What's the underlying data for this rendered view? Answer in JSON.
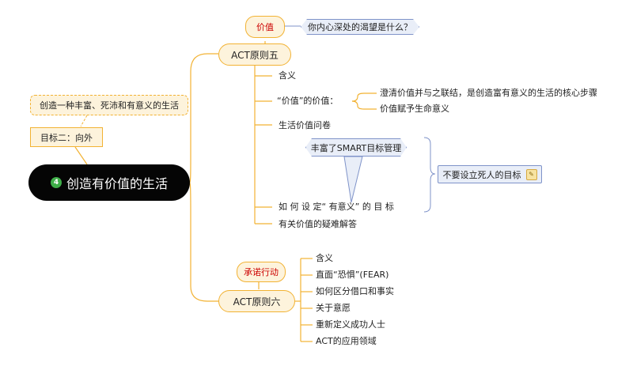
{
  "root": {
    "number": "4",
    "label": "创造有价值的生活"
  },
  "goal": {
    "label": "目标二：向外",
    "note": "创造一种丰富、死沛和有意义的生活"
  },
  "branch5": {
    "label": "ACT原则五",
    "tag": "价值",
    "question": "你内心深处的渴望是什么？",
    "items": {
      "meaning": "含义",
      "value_of_value": "“价值”的价值：",
      "clarify": "澄清价值并与之联结，是创造富有意义的生活的核心步骤",
      "give_meaning": "价值赋予生命意义",
      "survey": "生活价值问卷",
      "set_goals": "如 何 设 定“ 有意义” 的 目 标",
      "qa": "有关价值的疑难解答"
    },
    "callout": "丰富了SMART目标管理",
    "summary": "不要设立死人的目标"
  },
  "branch6": {
    "label": "ACT原则六",
    "tag": "承诺行动",
    "items": [
      "含义",
      "直面“恐惧”(FEAR)",
      "如何区分借口和事实",
      "关于意愿",
      "重新定义成功人士",
      "ACT的应用领域"
    ]
  },
  "colors": {
    "branch_line": "#f2b233",
    "root_fill": "#050505",
    "tag_text": "#cc0000",
    "callout_border": "#7f93c9"
  }
}
